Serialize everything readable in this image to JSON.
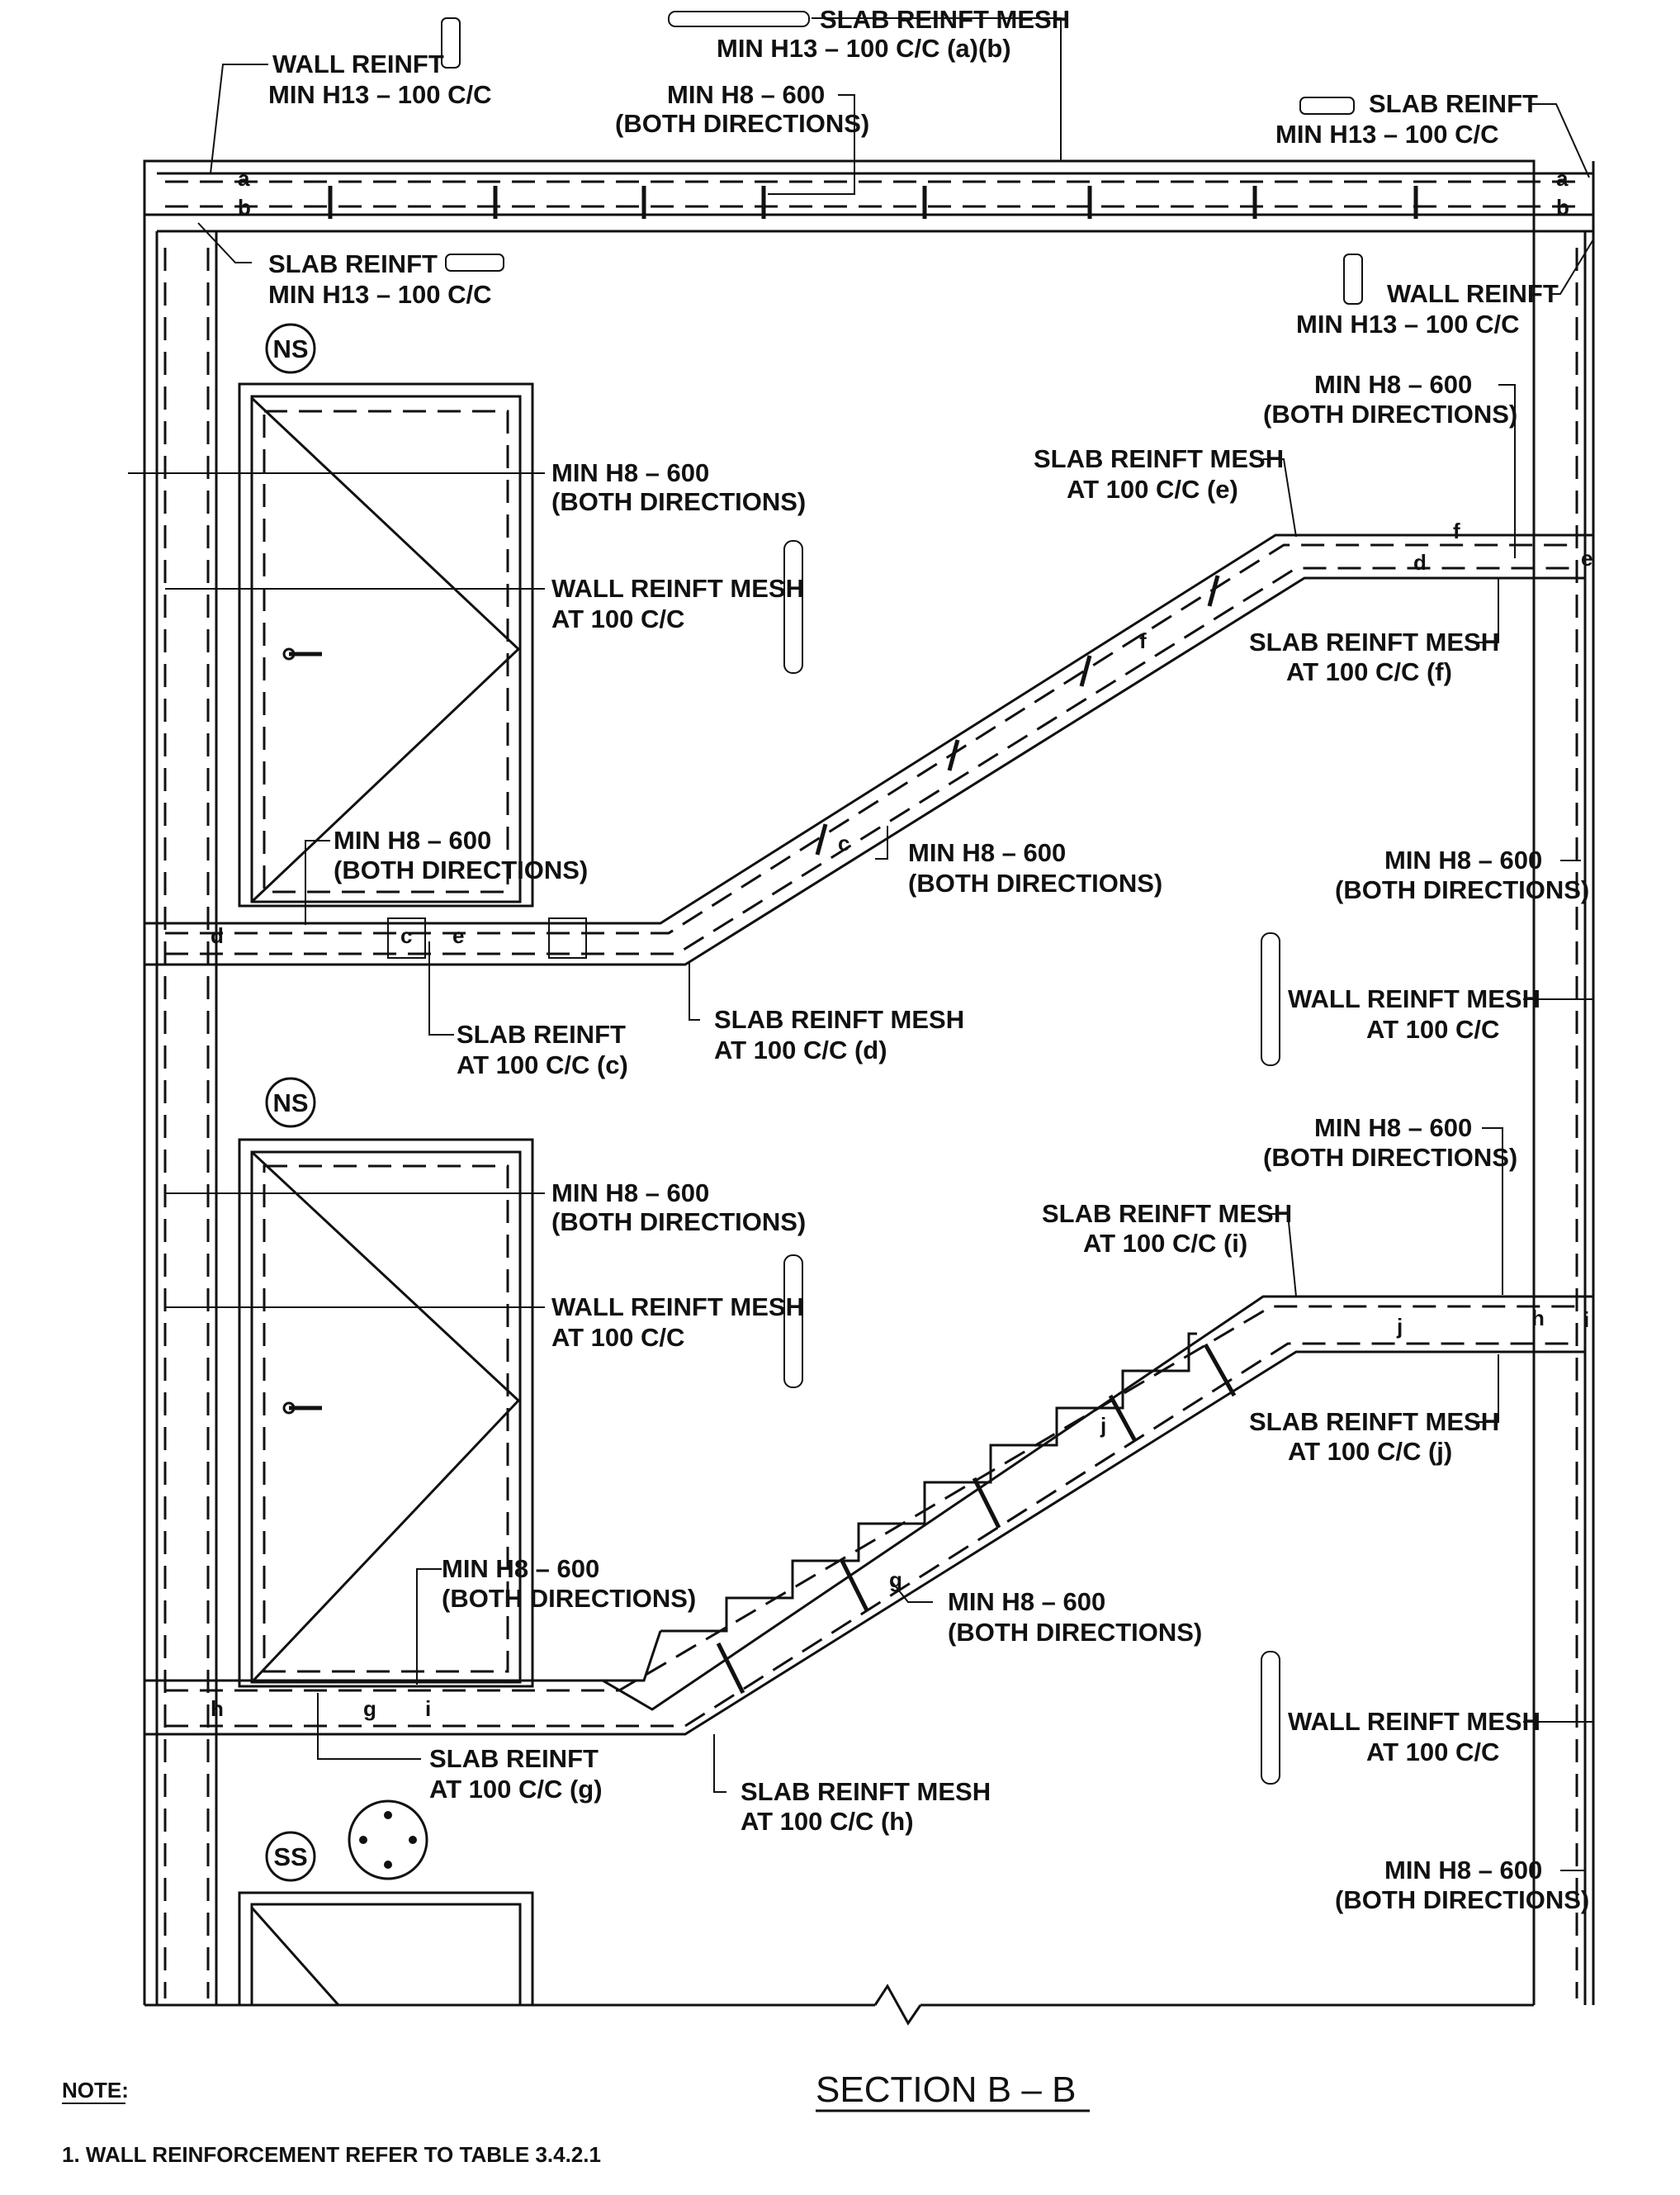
{
  "labels": {
    "top_slab_mesh": "SLAB REINFT MESH",
    "top_slab_mesh_spec": "MIN H13 – 100 C/C (a)(b)",
    "top_left_wall": "WALL REINFT",
    "top_left_wall_spec": "MIN H13 – 100 C/C",
    "top_h8": "MIN H8 – 600",
    "top_h8_dir": "(BOTH DIRECTIONS)",
    "top_right_slab": "SLAB REINFT",
    "top_right_slab_spec": "MIN H13 – 100 C/C",
    "left_slab": "SLAB REINFT",
    "left_slab_spec": "MIN H13 – 100 C/C",
    "right_wall": "WALL REINFT",
    "right_wall_spec": "MIN H13 – 100 C/C",
    "upper_right_h8": "MIN H8 – 600",
    "upper_right_h8_dir": "(BOTH DIRECTIONS)",
    "mesh_e": "SLAB REINFT MESH",
    "mesh_e_spec": "AT 100 C/C (e)",
    "door1_h8": "MIN H8 – 600",
    "door1_h8_dir": "(BOTH DIRECTIONS)",
    "door1_wall_mesh": "WALL REINFT MESH",
    "door1_wall_mesh_spec": "AT 100 C/C",
    "mesh_f": "SLAB REINFT MESH",
    "mesh_f_spec": "AT 100 C/C (f)",
    "landing1_h8": "MIN H8 – 600",
    "landing1_h8_dir": "(BOTH DIRECTIONS)",
    "stair1_h8": "MIN H8 – 600",
    "stair1_h8_dir": "(BOTH DIRECTIONS)",
    "right_mid_h8": "MIN H8 – 600",
    "right_mid_h8_dir": "(BOTH DIRECTIONS)",
    "right_wall_mesh1": "WALL REINFT MESH",
    "right_wall_mesh1_spec": "AT 100 C/C",
    "slab_c": "SLAB REINFT",
    "slab_c_spec": "AT 100 C/C (c)",
    "mesh_d": "SLAB REINFT MESH",
    "mesh_d_spec": "AT 100 C/C (d)",
    "right_h8_2": "MIN H8 – 600",
    "right_h8_2_dir": "(BOTH DIRECTIONS)",
    "mesh_i": "SLAB REINFT MESH",
    "mesh_i_spec": "AT 100 C/C (i)",
    "door2_h8": "MIN H8 – 600",
    "door2_h8_dir": "(BOTH DIRECTIONS)",
    "door2_wall_mesh": "WALL REINFT MESH",
    "door2_wall_mesh_spec": "AT 100 C/C",
    "mesh_j": "SLAB REINFT MESH",
    "mesh_j_spec": "AT 100 C/C (j)",
    "landing2_h8": "MIN H8 – 600",
    "landing2_h8_dir": "(BOTH DIRECTIONS)",
    "stair2_h8": "MIN H8 – 600",
    "stair2_h8_dir": "(BOTH DIRECTIONS)",
    "right_wall_mesh2": "WALL REINFT MESH",
    "right_wall_mesh2_spec": "AT 100 C/C",
    "slab_g": "SLAB REINFT",
    "slab_g_spec": "AT 100 C/C (g)",
    "mesh_h": "SLAB REINFT MESH",
    "mesh_h_spec": "AT 100 C/C (h)",
    "right_bottom_h8": "MIN H8 – 600",
    "right_bottom_h8_dir": "(BOTH DIRECTIONS)"
  },
  "tags": {
    "ns1": "NS",
    "ns2": "NS",
    "ss": "SS"
  },
  "letters": {
    "a1": "a",
    "b1": "b",
    "a2": "a",
    "b2": "b",
    "c1": "c",
    "c2": "c",
    "d1": "d",
    "d2": "d",
    "e1": "e",
    "e2": "e",
    "f1": "f",
    "f2": "f",
    "g1": "g",
    "g2": "g",
    "h1": "h",
    "h2": "h",
    "i1": "i",
    "i2": "i",
    "j1": "j",
    "j2": "j",
    "j3": "j"
  },
  "section_title": "SECTION B – B",
  "note": {
    "heading": "NOTE:",
    "items": [
      "1. WALL REINFORCEMENT REFER TO TABLE 3.4.2.1"
    ]
  }
}
